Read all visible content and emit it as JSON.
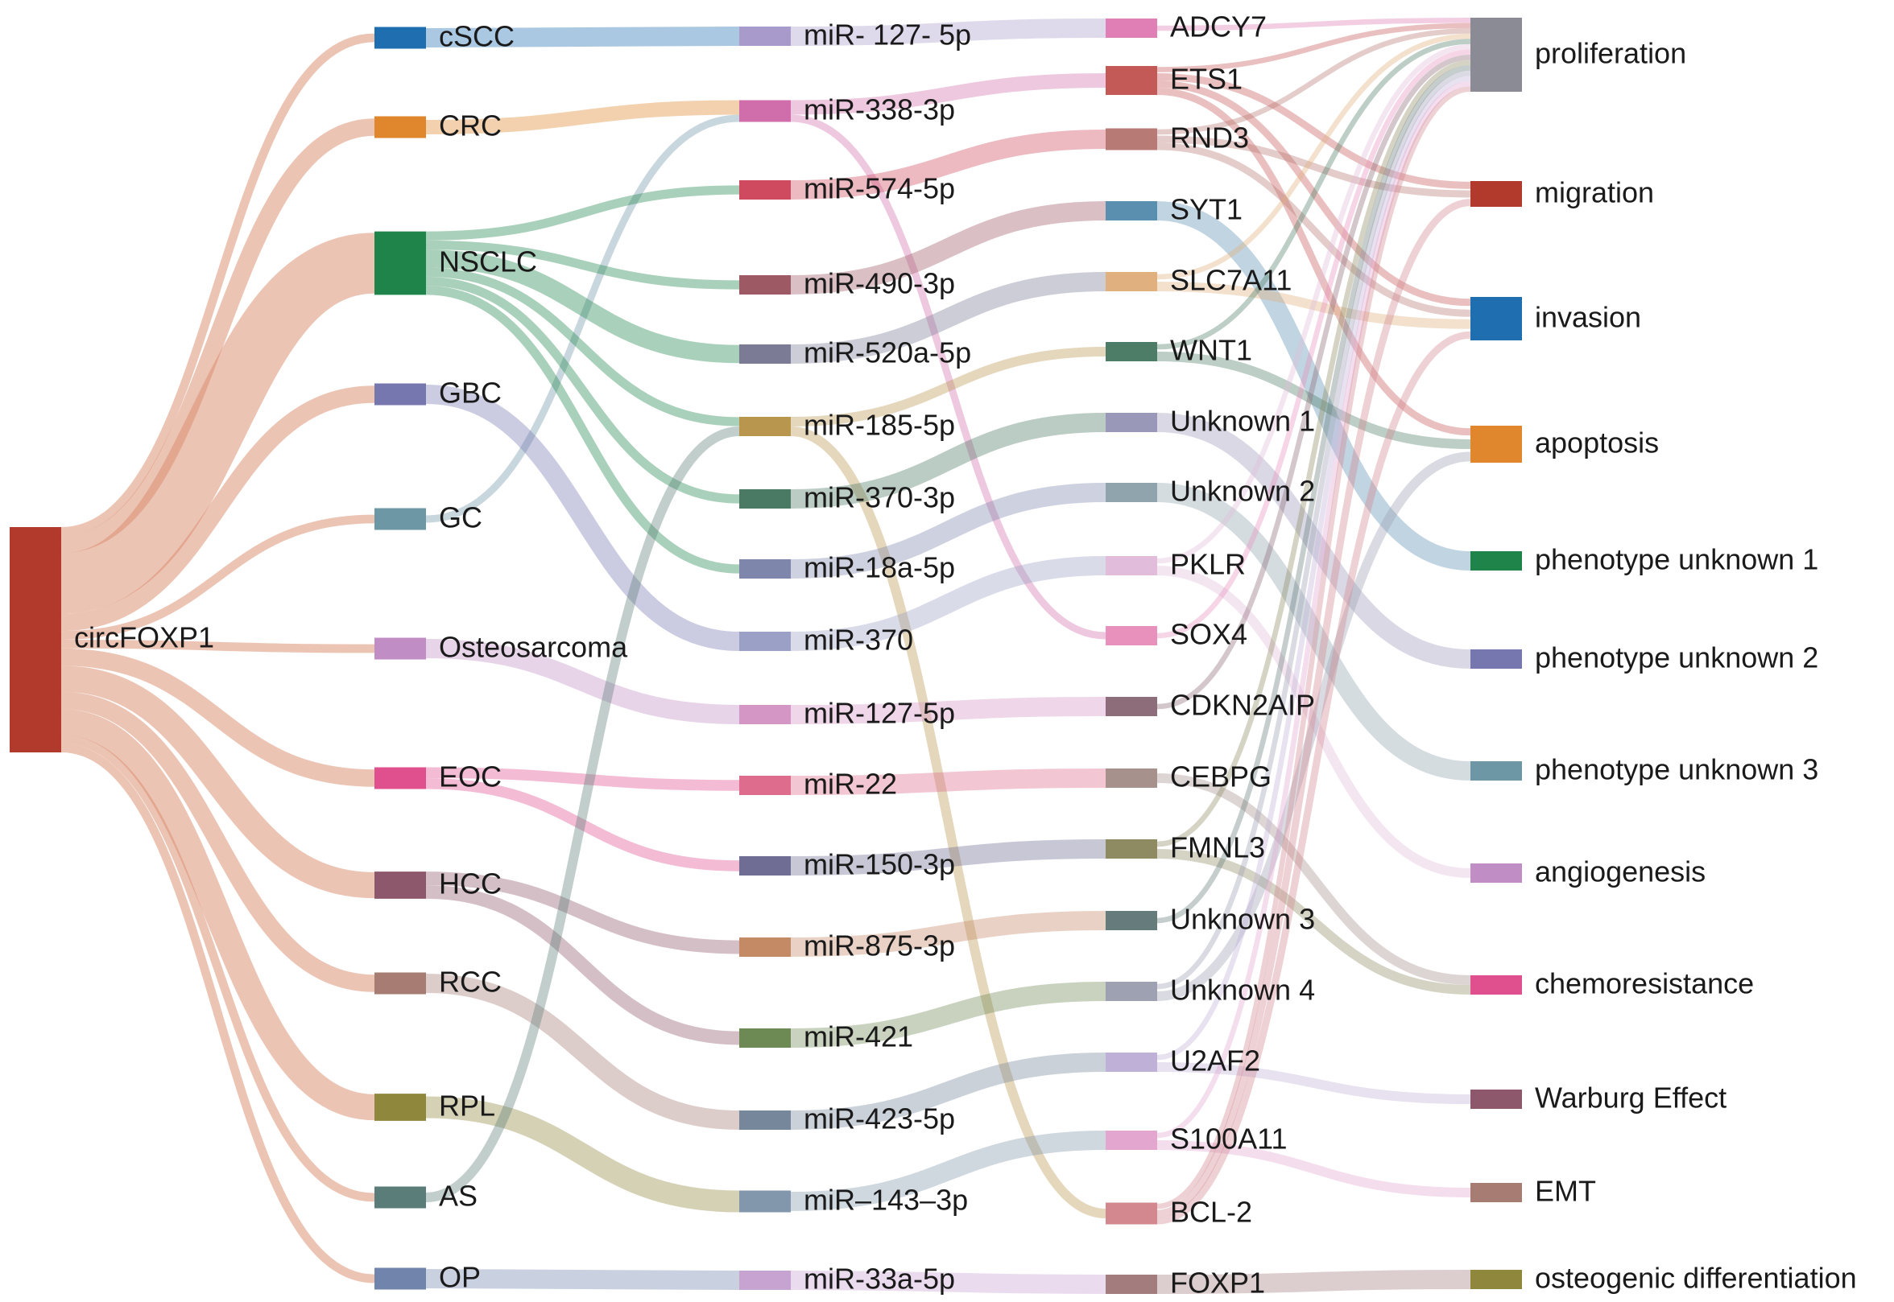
{
  "diagram": {
    "type": "sankey",
    "root": "circFOXP1",
    "columns": [
      [
        "circFOXP1"
      ],
      [
        "cSCC",
        "CRC",
        "NSCLC",
        "GBC",
        "GC",
        "Osteosarcoma",
        "EOC",
        "HCC",
        "RCC",
        "RPL",
        "AS",
        "OP"
      ],
      [
        "miR‐ 127‐ 5p",
        "miR-338-3p",
        "miR-574-5p",
        "miR-490-3p",
        "miR-520a-5p",
        "miR-185-5p",
        "miR-370-3p",
        "miR-18a-5p",
        "miR-370",
        "miR-127-5p",
        "miR-22",
        "miR-150-3p",
        "miR-875-3p",
        "miR-421",
        "miR-423-5p",
        "miR–143–3p",
        "miR-33a-5p"
      ],
      [
        "ADCY7",
        "ETS1",
        "RND3",
        "SYT1",
        "SLC7A11",
        "WNT1",
        "Unknown 1",
        "Unknown 2",
        "PKLR",
        "SOX4",
        "CDKN2AIP",
        "CEBPG",
        "FMNL3",
        "Unknown 3",
        "Unknown 4",
        "U2AF2",
        "S100A11",
        "BCL-2",
        "FOXP1"
      ],
      [
        "proliferation",
        "migration",
        "invasion",
        "apoptosis",
        "phenotype unknown 1",
        "phenotype unknown 2",
        "phenotype unknown 3",
        "angiogenesis",
        "chemoresistance",
        "Warburg Effect",
        "EMT",
        "osteogenic differentiation"
      ]
    ],
    "colors": {
      "circFOXP1": "#b23a2c",
      "cSCC": "#1f6fb0",
      "CRC": "#e0862d",
      "NSCLC": "#1e8449",
      "GBC": "#7777b0",
      "GC": "#6e97a6",
      "Osteosarcoma": "#c08ec4",
      "EOC": "#e0508e",
      "HCC": "#8d586b",
      "RCC": "#a67c73",
      "RPL": "#8e873c",
      "AS": "#5b7d7a",
      "OP": "#7184ab",
      "miR‐ 127‐ 5p": "#a89bcb",
      "miR-338-3p": "#d06eab",
      "miR-574-5p": "#cf4a5e",
      "miR-490-3p": "#9d5a64",
      "miR-520a-5p": "#7b7b96",
      "miR-185-5p": "#b8964e",
      "miR-370-3p": "#4b7a64",
      "miR-18a-5p": "#7f86ab",
      "miR-370": "#9aa0c6",
      "miR-127-5p": "#d496c5",
      "miR-22": "#de6c8c",
      "miR-150-3p": "#6f6d93",
      "miR-875-3p": "#c48a66",
      "miR-421": "#6e8a54",
      "miR-423-5p": "#77879b",
      "miR–143–3p": "#8297ac",
      "miR-33a-5p": "#c7a3d2",
      "ADCY7": "#e07fb5",
      "ETS1": "#c45a58",
      "RND3": "#b87a74",
      "SYT1": "#5a8fb0",
      "SLC7A11": "#e0b07e",
      "WNT1": "#4e7d67",
      "Unknown 1": "#9a98b8",
      "Unknown 2": "#8fa4ad",
      "PKLR": "#e2bcdb",
      "SOX4": "#e891bd",
      "CDKN2AIP": "#8d6d7a",
      "CEBPG": "#a6918c",
      "FMNL3": "#8e8b63",
      "Unknown 3": "#667c7c",
      "Unknown 4": "#9da1b2",
      "U2AF2": "#bfb0d8",
      "S100A11": "#e3a6cf",
      "BCL-2": "#d3878f",
      "FOXP1": "#a37c7e",
      "proliferation": "#8b8b96",
      "migration": "#b23a2c",
      "invasion": "#1f6fb0",
      "apoptosis": "#e0862d",
      "phenotype unknown 1": "#1e8449",
      "phenotype unknown 2": "#7777b0",
      "phenotype unknown 3": "#6e97a6",
      "angiogenesis": "#c08ec4",
      "chemoresistance": "#e0508e",
      "Warburg Effect": "#8d586b",
      "EMT": "#a67c73",
      "osteogenic differentiation": "#8e873c"
    },
    "links": [
      [
        "circFOXP1",
        "cSCC",
        1
      ],
      [
        "circFOXP1",
        "CRC",
        2
      ],
      [
        "circFOXP1",
        "NSCLC",
        7
      ],
      [
        "circFOXP1",
        "GBC",
        2
      ],
      [
        "circFOXP1",
        "GC",
        1
      ],
      [
        "circFOXP1",
        "Osteosarcoma",
        1
      ],
      [
        "circFOXP1",
        "EOC",
        2
      ],
      [
        "circFOXP1",
        "HCC",
        3
      ],
      [
        "circFOXP1",
        "RCC",
        2
      ],
      [
        "circFOXP1",
        "RPL",
        3
      ],
      [
        "circFOXP1",
        "AS",
        1
      ],
      [
        "circFOXP1",
        "OP",
        1
      ],
      [
        "cSCC",
        "miR‐ 127‐ 5p",
        1
      ],
      [
        "CRC",
        "miR-338-3p",
        2
      ],
      [
        "GC",
        "miR-338-3p",
        1
      ],
      [
        "NSCLC",
        "miR-574-5p",
        1
      ],
      [
        "NSCLC",
        "miR-490-3p",
        1
      ],
      [
        "NSCLC",
        "miR-520a-5p",
        2
      ],
      [
        "NSCLC",
        "miR-185-5p",
        1
      ],
      [
        "NSCLC",
        "miR-370-3p",
        1
      ],
      [
        "NSCLC",
        "miR-18a-5p",
        1
      ],
      [
        "GBC",
        "miR-370",
        2
      ],
      [
        "Osteosarcoma",
        "miR-127-5p",
        1
      ],
      [
        "EOC",
        "miR-22",
        1
      ],
      [
        "EOC",
        "miR-150-3p",
        1
      ],
      [
        "HCC",
        "miR-875-3p",
        1
      ],
      [
        "HCC",
        "miR-421",
        1
      ],
      [
        "RCC",
        "miR-423-5p",
        2
      ],
      [
        "RPL",
        "miR–143–3p",
        3
      ],
      [
        "AS",
        "miR-185-5p",
        1
      ],
      [
        "OP",
        "miR-33a-5p",
        1
      ],
      [
        "miR‐ 127‐ 5p",
        "ADCY7",
        1
      ],
      [
        "miR-338-3p",
        "ETS1",
        2
      ],
      [
        "miR-338-3p",
        "SOX4",
        1
      ],
      [
        "miR-574-5p",
        "RND3",
        1
      ],
      [
        "miR-490-3p",
        "SYT1",
        1
      ],
      [
        "miR-520a-5p",
        "SLC7A11",
        2
      ],
      [
        "miR-185-5p",
        "WNT1",
        1
      ],
      [
        "miR-185-5p",
        "BCL-2",
        1
      ],
      [
        "miR-370-3p",
        "Unknown 1",
        1
      ],
      [
        "miR-18a-5p",
        "Unknown 2",
        1
      ],
      [
        "miR-370",
        "PKLR",
        2
      ],
      [
        "miR-127-5p",
        "CDKN2AIP",
        1
      ],
      [
        "miR-22",
        "CEBPG",
        1
      ],
      [
        "miR-150-3p",
        "FMNL3",
        1
      ],
      [
        "miR-875-3p",
        "Unknown 3",
        1
      ],
      [
        "miR-421",
        "Unknown 4",
        1
      ],
      [
        "miR-423-5p",
        "U2AF2",
        2
      ],
      [
        "miR–143–3p",
        "S100A11",
        2
      ],
      [
        "miR-33a-5p",
        "FOXP1",
        1
      ],
      [
        "ADCY7",
        "proliferation",
        1
      ],
      [
        "ETS1",
        "proliferation",
        1
      ],
      [
        "ETS1",
        "migration",
        1
      ],
      [
        "ETS1",
        "invasion",
        1
      ],
      [
        "ETS1",
        "apoptosis",
        1
      ],
      [
        "RND3",
        "proliferation",
        1
      ],
      [
        "RND3",
        "migration",
        1
      ],
      [
        "RND3",
        "invasion",
        1
      ],
      [
        "SYT1",
        "phenotype unknown 1",
        1
      ],
      [
        "SLC7A11",
        "proliferation",
        1
      ],
      [
        "SLC7A11",
        "invasion",
        1
      ],
      [
        "WNT1",
        "proliferation",
        1
      ],
      [
        "WNT1",
        "apoptosis",
        1
      ],
      [
        "Unknown 1",
        "phenotype unknown 2",
        1
      ],
      [
        "Unknown 2",
        "phenotype unknown 3",
        1
      ],
      [
        "PKLR",
        "proliferation",
        1
      ],
      [
        "PKLR",
        "angiogenesis",
        1
      ],
      [
        "SOX4",
        "proliferation",
        1
      ],
      [
        "CDKN2AIP",
        "proliferation",
        1
      ],
      [
        "CEBPG",
        "chemoresistance",
        1
      ],
      [
        "FMNL3",
        "proliferation",
        1
      ],
      [
        "FMNL3",
        "chemoresistance",
        1
      ],
      [
        "Unknown 3",
        "proliferation",
        1
      ],
      [
        "Unknown 4",
        "proliferation",
        1
      ],
      [
        "Unknown 4",
        "apoptosis",
        1
      ],
      [
        "U2AF2",
        "proliferation",
        1
      ],
      [
        "U2AF2",
        "Warburg Effect",
        1
      ],
      [
        "S100A11",
        "proliferation",
        1
      ],
      [
        "S100A11",
        "EMT",
        1
      ],
      [
        "BCL-2",
        "proliferation",
        1
      ],
      [
        "BCL-2",
        "migration",
        1
      ],
      [
        "BCL-2",
        "invasion",
        1
      ],
      [
        "FOXP1",
        "osteogenic differentiation",
        1
      ]
    ]
  }
}
